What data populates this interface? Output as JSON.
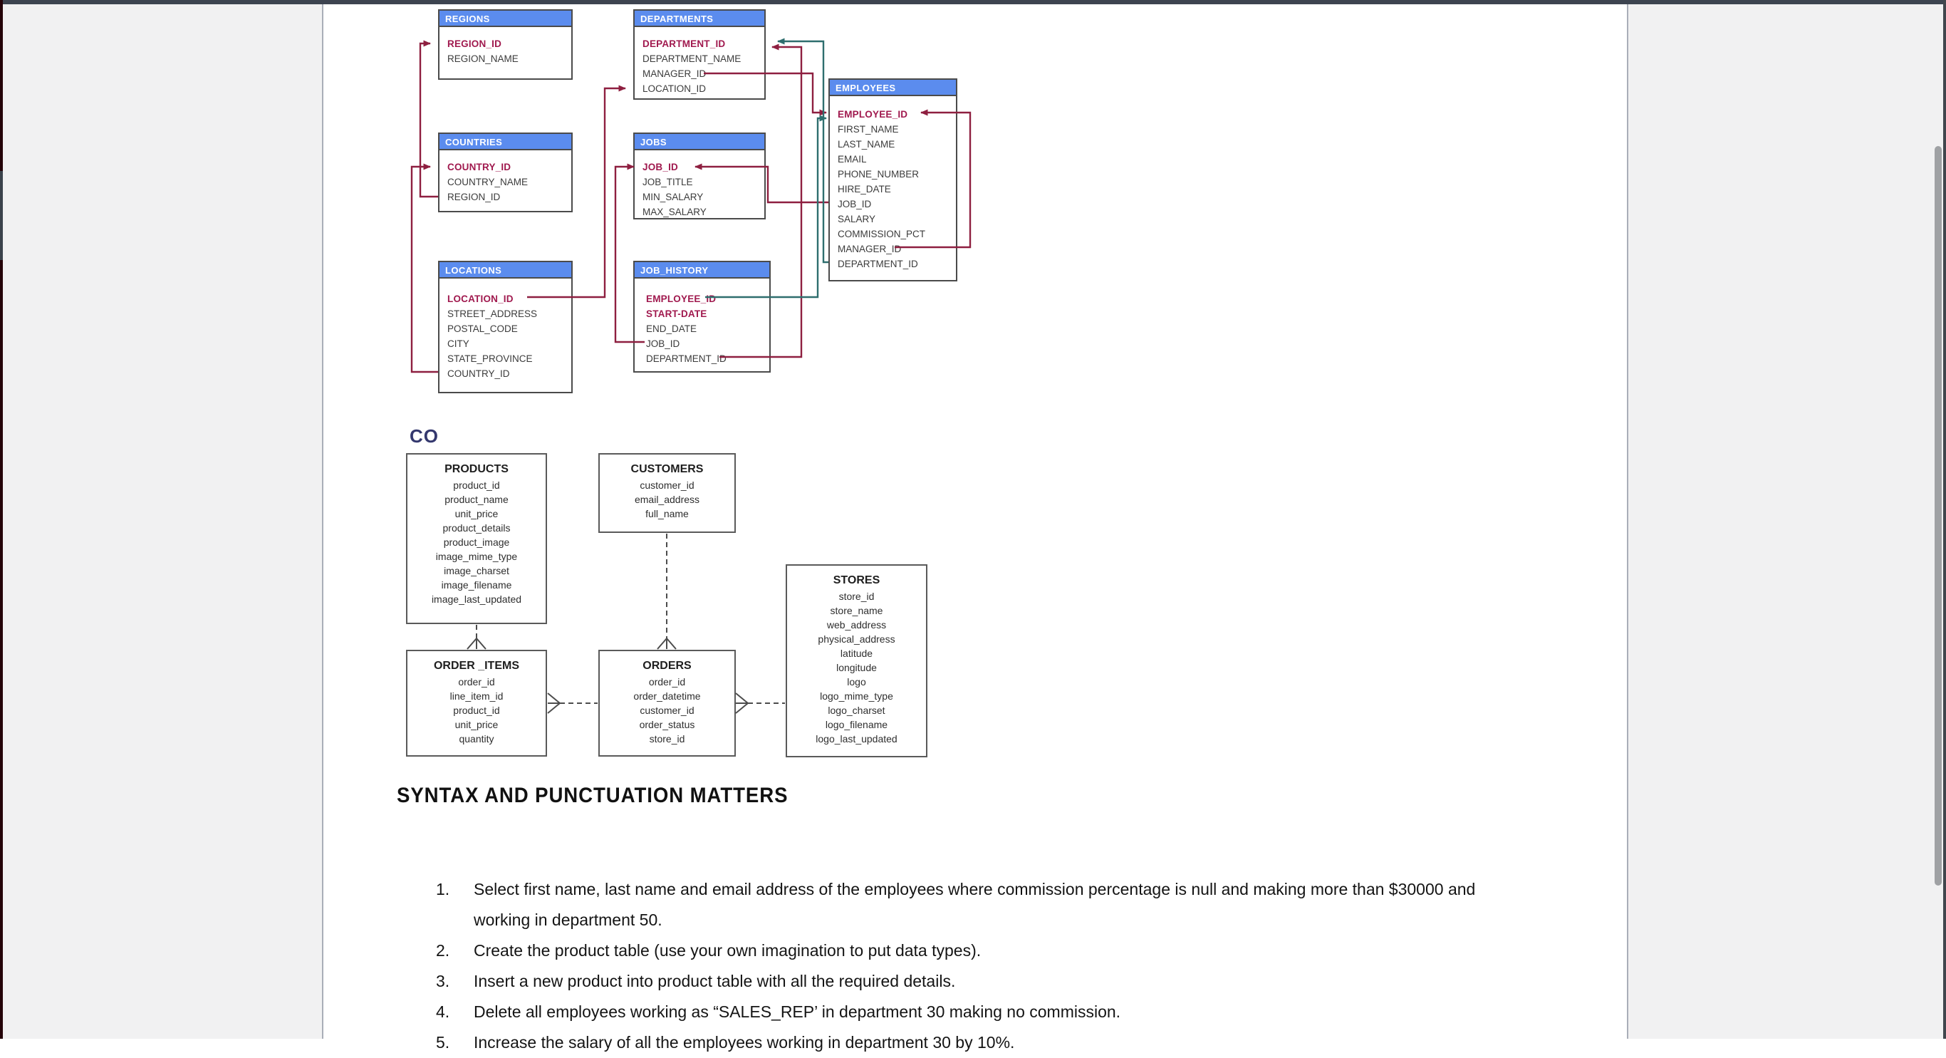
{
  "chrome": {
    "top_bar_color": "#3d4450",
    "scrollbar": "vertical-scrollbar"
  },
  "colors": {
    "table_header_blue": "#5b8cee",
    "primary_key_text": "#a0194e",
    "relation_line_maroon": "#8e1f40",
    "relation_line_teal": "#2e6e6e",
    "co_label_color": "#34386e"
  },
  "hr_diagram": {
    "tables": [
      {
        "id": "regions",
        "title": "REGIONS",
        "fields": [
          {
            "name": "REGION_ID",
            "pk": true
          },
          {
            "name": "REGION_NAME"
          }
        ]
      },
      {
        "id": "departments",
        "title": "DEPARTMENTS",
        "fields": [
          {
            "name": "DEPARTMENT_ID",
            "pk": true
          },
          {
            "name": "DEPARTMENT_NAME"
          },
          {
            "name": "MANAGER_ID"
          },
          {
            "name": "LOCATION_ID"
          }
        ]
      },
      {
        "id": "employees",
        "title": "EMPLOYEES",
        "fields": [
          {
            "name": "EMPLOYEE_ID",
            "pk": true
          },
          {
            "name": "FIRST_NAME"
          },
          {
            "name": "LAST_NAME"
          },
          {
            "name": "EMAIL"
          },
          {
            "name": "PHONE_NUMBER"
          },
          {
            "name": "HIRE_DATE"
          },
          {
            "name": "JOB_ID"
          },
          {
            "name": "SALARY"
          },
          {
            "name": "COMMISSION_PCT"
          },
          {
            "name": "MANAGER_ID"
          },
          {
            "name": "DEPARTMENT_ID"
          }
        ]
      },
      {
        "id": "countries",
        "title": "COUNTRIES",
        "fields": [
          {
            "name": "COUNTRY_ID",
            "pk": true
          },
          {
            "name": "COUNTRY_NAME"
          },
          {
            "name": "REGION_ID"
          }
        ]
      },
      {
        "id": "jobs",
        "title": "JOBS",
        "fields": [
          {
            "name": "JOB_ID",
            "pk": true
          },
          {
            "name": "JOB_TITLE"
          },
          {
            "name": "MIN_SALARY"
          },
          {
            "name": "MAX_SALARY"
          }
        ]
      },
      {
        "id": "locations",
        "title": "LOCATIONS",
        "fields": [
          {
            "name": "LOCATION_ID",
            "pk": true
          },
          {
            "name": "STREET_ADDRESS"
          },
          {
            "name": "POSTAL_CODE"
          },
          {
            "name": "CITY"
          },
          {
            "name": "STATE_PROVINCE"
          },
          {
            "name": "COUNTRY_ID"
          }
        ]
      },
      {
        "id": "job_history",
        "title": "JOB_HISTORY",
        "fields": [
          {
            "name": "EMPLOYEE_ID",
            "pk": true
          },
          {
            "name": "START-DATE",
            "pk": true
          },
          {
            "name": "END_DATE"
          },
          {
            "name": "JOB_ID"
          },
          {
            "name": "DEPARTMENT_ID"
          }
        ]
      }
    ]
  },
  "co_diagram": {
    "label": "CO",
    "tables": [
      {
        "id": "products",
        "title": "PRODUCTS",
        "fields": [
          "product_id",
          "product_name",
          "unit_price",
          "product_details",
          "product_image",
          "image_mime_type",
          "image_charset",
          "image_filename",
          "image_last_updated"
        ]
      },
      {
        "id": "customers",
        "title": "CUSTOMERS",
        "fields": [
          "customer_id",
          "email_address",
          "full_name"
        ]
      },
      {
        "id": "stores",
        "title": "STORES",
        "fields": [
          "store_id",
          "store_name",
          "web_address",
          "physical_address",
          "latitude",
          "longitude",
          "logo",
          "logo_mime_type",
          "logo_charset",
          "logo_filename",
          "logo_last_updated"
        ]
      },
      {
        "id": "order_items",
        "title": "ORDER _ITEMS",
        "fields": [
          "order_id",
          "line_item_id",
          "product_id",
          "unit_price",
          "quantity"
        ]
      },
      {
        "id": "orders",
        "title": "ORDERS",
        "fields": [
          "order_id",
          "order_datetime",
          "customer_id",
          "order_status",
          "store_id"
        ]
      }
    ]
  },
  "section": {
    "heading": "SYNTAX AND PUNCTUATION MATTERS",
    "tasks": [
      {
        "number": "1.",
        "text": "Select first name, last name and email address of the employees where commission percentage is null and making more than $30000 and working in department 50."
      },
      {
        "number": "2.",
        "text": "Create the product table (use your own imagination to put data types)."
      },
      {
        "number": "3.",
        "text": "Insert a new product into product table with all the required details."
      },
      {
        "number": "4.",
        "text": "Delete all employees working as “SALES_REP’ in department 30 making no commission."
      },
      {
        "number": "5.",
        "text": "Increase the salary of all the employees working in department 30 by 10%.",
        "partially_visible": true
      }
    ]
  }
}
